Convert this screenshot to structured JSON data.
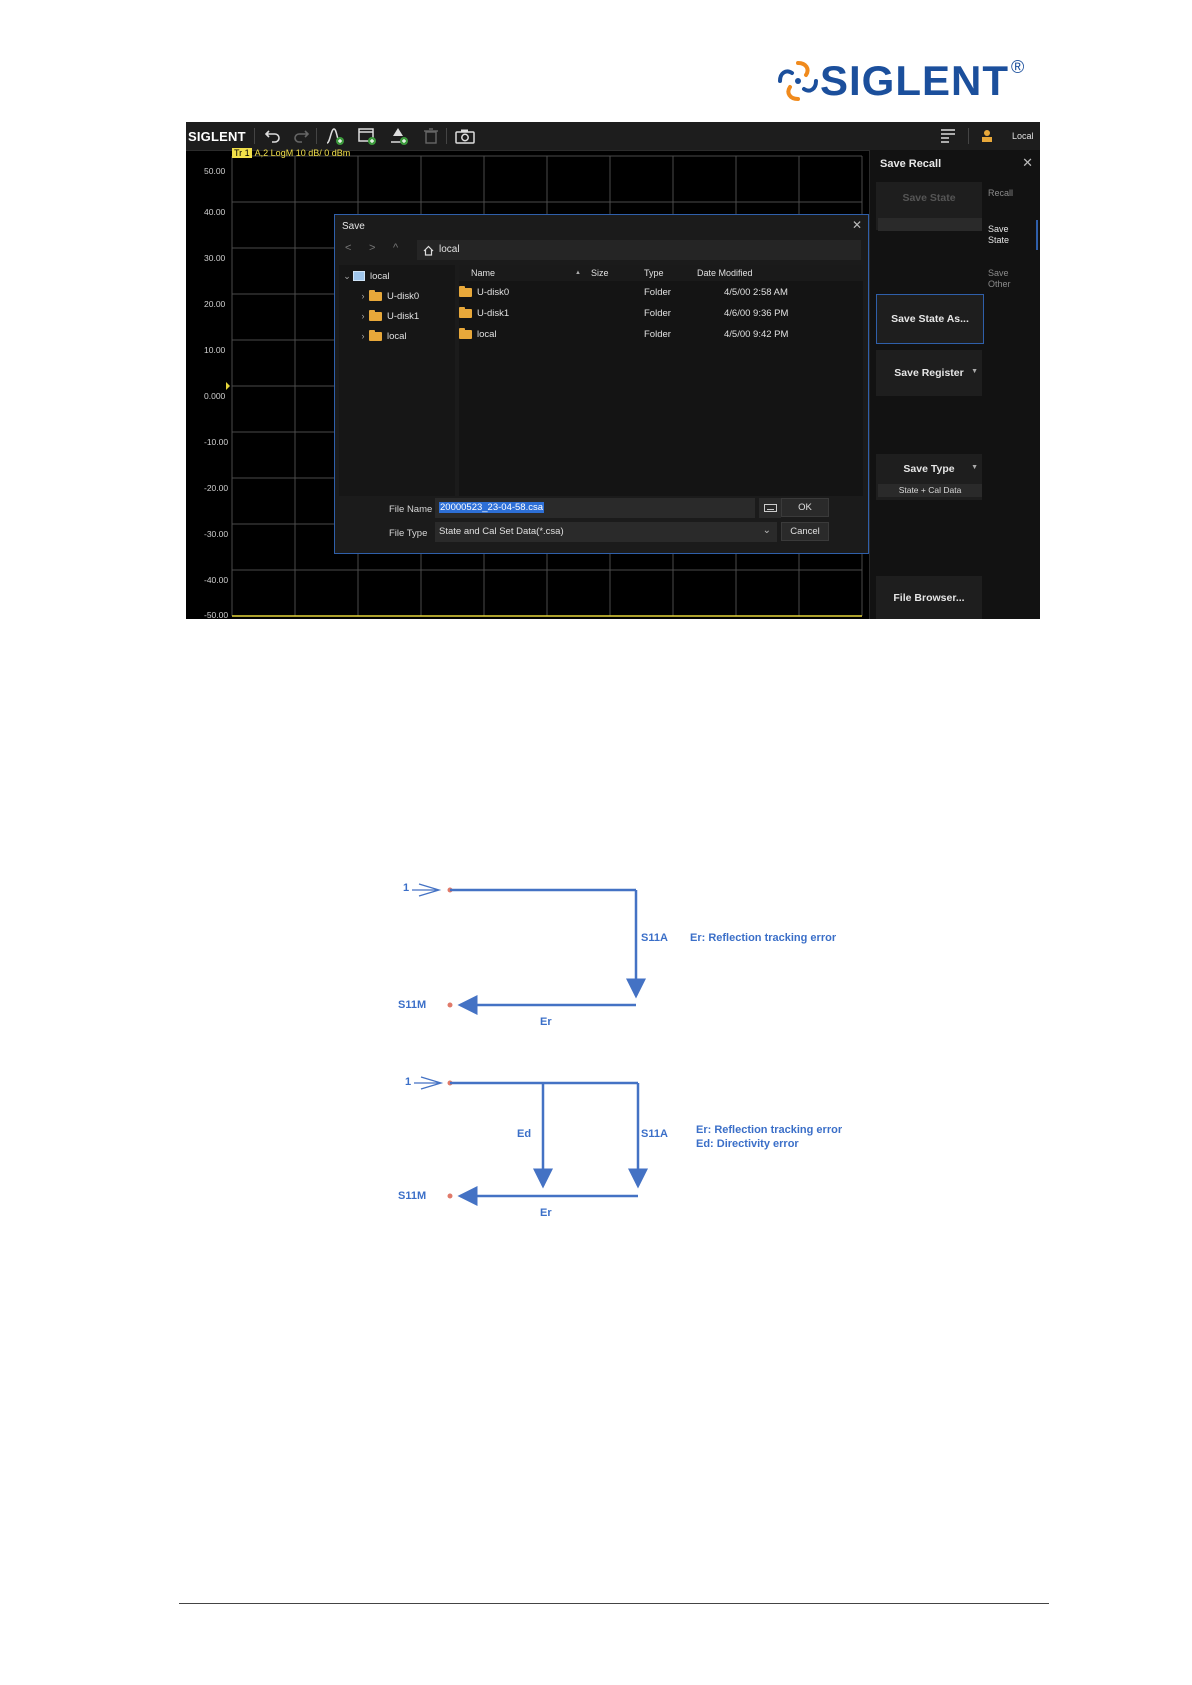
{
  "logo": {
    "text_a": "SIGLENT",
    "reg": "®"
  },
  "toolbar": {
    "brand": "SIGLENT",
    "status": "Local"
  },
  "trace": {
    "tag": "Tr 1",
    "text": "A,2 LogM 10 dB/ 0 dBm"
  },
  "yaxis": [
    "50.00",
    "40.00",
    "30.00",
    "20.00",
    "10.00",
    "0.000",
    "-10.00",
    "-20.00",
    "-30.00",
    "-40.00",
    "-50.00"
  ],
  "panel": {
    "title": "Save Recall",
    "save_state": "Save State",
    "save_state_as": "Save State As...",
    "save_register": "Save Register",
    "save_type": "Save Type",
    "save_type_value": "State + Cal Data",
    "file_browser": "File Browser...",
    "tabs": [
      {
        "l1": "Recall",
        "l2": ""
      },
      {
        "l1": "Save",
        "l2": "State"
      },
      {
        "l1": "Save",
        "l2": "Other"
      }
    ]
  },
  "dialog": {
    "title": "Save",
    "path": "local",
    "tree": [
      {
        "label": "local"
      },
      {
        "label": "U-disk0"
      },
      {
        "label": "U-disk1"
      },
      {
        "label": "local"
      }
    ],
    "columns": {
      "name": "Name",
      "size": "Size",
      "type": "Type",
      "date": "Date Modified"
    },
    "rows": [
      {
        "name": "U-disk0",
        "type": "Folder",
        "date": "4/5/00 2:58 AM"
      },
      {
        "name": "U-disk1",
        "type": "Folder",
        "date": "4/6/00 9:36 PM"
      },
      {
        "name": "local",
        "type": "Folder",
        "date": "4/5/00 9:42 PM"
      }
    ],
    "file_name_label": "File Name",
    "file_name": "20000523_23-04-58.csa",
    "file_type_label": "File Type",
    "file_type": "State and Cal Set Data(*.csa)",
    "ok": "OK",
    "cancel": "Cancel"
  },
  "diagram1": {
    "in_label": "1",
    "out_label": "S11M",
    "s11a": "S11A",
    "er": "Er",
    "legend1": "Er: Reflection tracking error"
  },
  "diagram2": {
    "in_label": "1",
    "out_label": "S11M",
    "s11a": "S11A",
    "ed": "Ed",
    "er": "Er",
    "legend1": "Er: Reflection tracking error",
    "legend2": "Ed: Directivity error"
  }
}
